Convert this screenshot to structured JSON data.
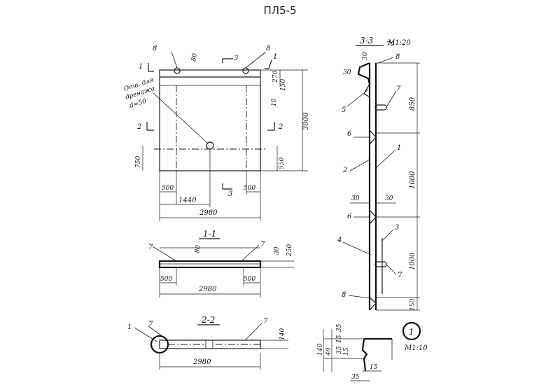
{
  "title": "ПЛ5-5",
  "plan": {
    "pos_8_left": "8",
    "pos_8_right": "8",
    "dim_80": "80",
    "cut_3_top": "3",
    "cut_3_bottom": "3",
    "cut_1_left": "1",
    "cut_1_right": "1",
    "cut_2_left": "2",
    "cut_2_right": "2",
    "dim_270": "270",
    "dim_150_top": "150",
    "dim_10": "10",
    "dim_3000": "3000",
    "dim_750": "750",
    "dim_550": "550",
    "dim_500_left": "500",
    "dim_500_right": "500",
    "dim_1440": "1440",
    "dim_2980": "2980",
    "note_line1": "Отв. для",
    "note_line2": "дренажа",
    "note_line3": "d=50"
  },
  "section_1_1": {
    "title": "1-1",
    "pos_7_left": "7",
    "pos_7_right": "7",
    "dim_80": "80",
    "dim_30": "30",
    "dim_250": "250",
    "dim_500_left": "500",
    "dim_500_right": "500",
    "dim_2980": "2980"
  },
  "section_2_2": {
    "title": "2-2",
    "pos_1": "1",
    "pos_7_left": "7",
    "pos_7_right": "7",
    "dim_140": "140",
    "dim_2980": "2980"
  },
  "section_3_3": {
    "title": "3-3",
    "scale": "М1:20",
    "dim_70": "70",
    "dim_30_top": "30",
    "dim_30_side": "30",
    "pos_8_top": "8",
    "pos_7_top": "7",
    "pos_5": "5",
    "pos_6_top": "6",
    "pos_1": "1",
    "pos_2": "2",
    "dim_30_left": "30",
    "dim_30_right": "30",
    "pos_6_mid": "6",
    "pos_3": "3",
    "pos_4": "4",
    "pos_7_bottom": "7",
    "pos_8_bottom": "8",
    "dim_850": "850",
    "dim_1000_a": "1000",
    "dim_1000_b": "1000",
    "dim_150": "150"
  },
  "detail_1": {
    "marker": "1",
    "scale": "М1:10",
    "dim_35_top": "35",
    "dim_15_top": "15",
    "dim_140": "140",
    "dim_40": "40",
    "dim_35_mid": "35",
    "dim_15_mid": "15",
    "dim_15_bottom": "15",
    "dim_35_bottom": "35"
  }
}
